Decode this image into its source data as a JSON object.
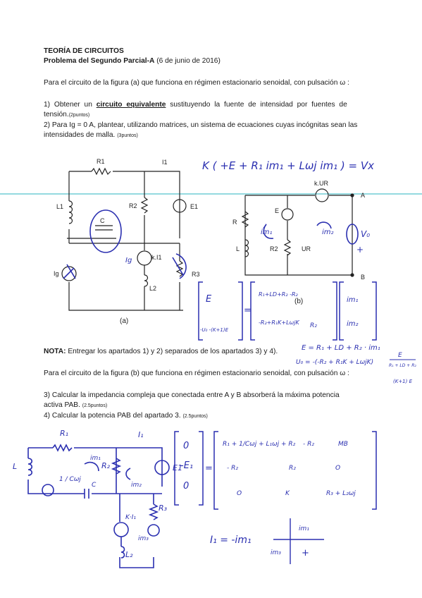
{
  "header": {
    "course": "TEORÍA DE CIRCUITOS",
    "exam": "Problema del Segundo Parcial-A",
    "date": "(6 de junio de 2016)"
  },
  "part_a": {
    "intro": "Para el circuito de la figura (a) que funciona en régimen estacionario senoidal, con pulsación ω :",
    "q1_prefix": "1) Obtener un",
    "q1_emph": "circuito equivalente",
    "q1_rest": "sustituyendo la fuente de intensidad por fuentes de",
    "q1_line2": "tensión.",
    "q1_points": "(2puntos)",
    "q2_line1": "2) Para Ig = 0 A, plantear, utilizando matrices, un sistema de ecuaciones cuyas incógnitas sean las",
    "q2_line2": "intensidades de malla.",
    "q2_points": "(3puntos)"
  },
  "note": {
    "label": "NOTA:",
    "text": "Entregar los apartados 1) y 2) separados de los apartados 3) y 4)."
  },
  "part_b": {
    "intro": "Para el circuito de la figura (b) que funciona en régimen estacionario senoidal, con pulsación ω :",
    "q3_line1": "3) Calcular la impedancia compleja que conectada entre A y B absorberá la máxima potencia",
    "q3_line2": "activa PAB.",
    "q3_points": "(2.5puntos)",
    "q4_line1": "4) Calcular la potencia PAB del apartado 3.",
    "q4_points": "(2.5puntos)"
  },
  "figure_a": {
    "caption": "(a)",
    "labels": {
      "R1": "R1",
      "I1": "I1",
      "L1": "L1",
      "R2": "R2",
      "E1": "E1",
      "C": "C",
      "kI1": "k.I1",
      "Ig": "Ig",
      "L2": "L2",
      "R3": "R3"
    }
  },
  "figure_b": {
    "caption": "(b)",
    "labels": {
      "kUR": "k.UR",
      "A": "A",
      "B": "B",
      "R": "R",
      "L": "L",
      "E": "E",
      "R2": "R2",
      "UR": "UR"
    }
  },
  "handwriting": {
    "top_eq": "K ( +E + R₁ im₁ + Lωj im₁ ) = Vx",
    "im1": "im₁",
    "im2": "im₂",
    "v0": "V₀",
    "plus": "+",
    "ig": "Ig",
    "matrix_left": [
      "E",
      "-U₀  -(K+1)E"
    ],
    "matrix_mid": [
      "R₁+LD+R₂  -R₂",
      "-R₂+R₁K+LωjK",
      "R₂"
    ],
    "matrix_right": [
      "im₁",
      "im₂"
    ],
    "e_eq": "E = R₁ + LD + R₂ · im₁",
    "u0_eq": "U₀ = -(-R₂ + R₁K + LωjK)",
    "frac_num": "E",
    "frac_den": "R₁ + LD + R₂",
    "frac_tail": "(K+1) E",
    "bottom_labels": {
      "R1": "R₁",
      "I1": "I₁",
      "L": "L",
      "R2": "R₂",
      "E1": "E1",
      "im2": "im₂",
      "R3": "R₃",
      "kI1": "K·I₁",
      "im3": "im₃",
      "L2": "L₂",
      "C": "C",
      "one_over": "1 / Cωj",
      "im1": "im₁"
    },
    "bottom_matrix_left": [
      "0",
      "-E₁",
      "0"
    ],
    "bottom_matrix_mid": [
      [
        "R₁ + 1/Cωj + L₁ωj + R₂",
        "- R₂",
        "MB"
      ],
      [
        "- R₂",
        "R₂",
        "O"
      ],
      [
        "O",
        "K",
        "R₃ + L₂ωj"
      ]
    ],
    "i1_eq": "I₁ = -im₁",
    "sign_labels": {
      "im1": "im₁",
      "im3": "im₃",
      "plus": "+"
    }
  },
  "colors": {
    "ink": "#2a2fb0",
    "print": "#222222",
    "rule": "#28b5c2"
  }
}
